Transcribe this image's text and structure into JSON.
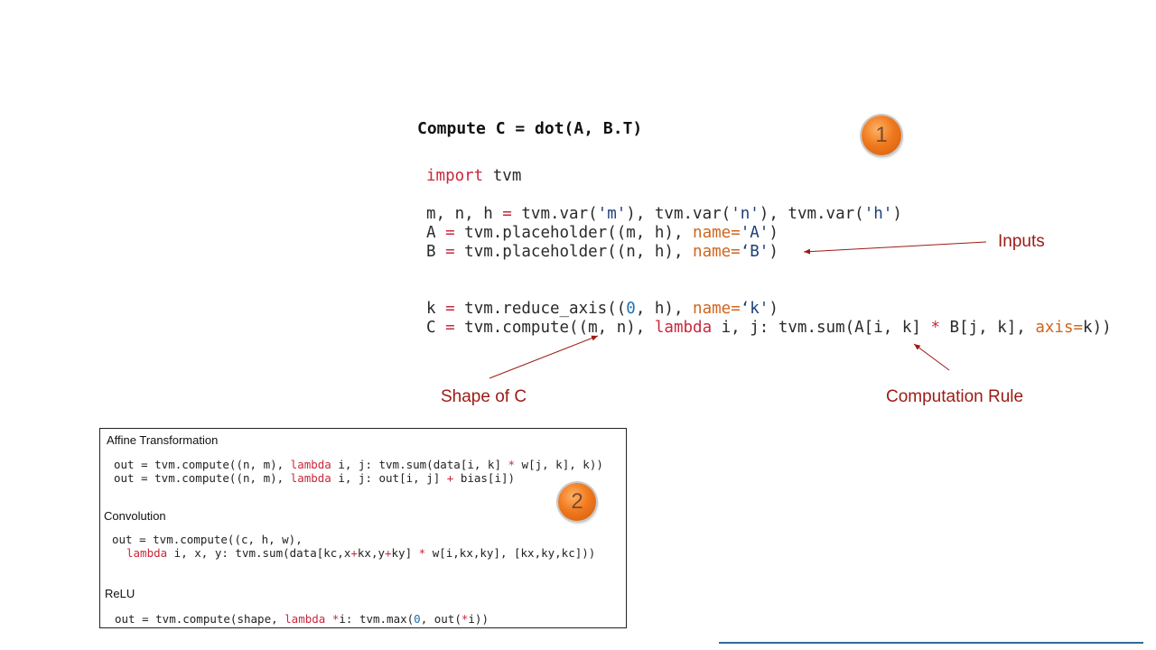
{
  "title": "Compute C = dot(A, B.T)",
  "badge1": "1",
  "badge2": "2",
  "code": {
    "import_kw": "import",
    "import_mod": " tvm",
    "line_vars": {
      "a": "m, n, h ",
      "eq": "=",
      "b": " tvm.var(",
      "m": "'m'",
      "c": "), tvm.var(",
      "n": "'n'",
      "d": "), tvm.var(",
      "h": "'h'",
      "e": ")"
    },
    "line_A": {
      "a": "A ",
      "eq": "=",
      "b": " tvm.placeholder((m, h), ",
      "kw": "name=",
      "s": "'A'",
      "c": ")"
    },
    "line_B": {
      "a": "B ",
      "eq": "=",
      "b": " tvm.placeholder((n, h), ",
      "kw": "name=",
      "s": "‘B'",
      "c": ")"
    },
    "line_k": {
      "a": "k ",
      "eq": "=",
      "b": " tvm.reduce_axis((",
      "n0": "0",
      "c": ", h), ",
      "kw": "name=",
      "s": "‘k'",
      "d": ")"
    },
    "line_C": {
      "a": "C ",
      "eq": "=",
      "b": " tvm.compute((m, n), ",
      "lam": "lambda",
      "c": " i, j: tvm.sum(A[i, k] ",
      "mul": "*",
      "d": " B[j, k], ",
      "kw": "axis=",
      "e": "k))"
    }
  },
  "labels": {
    "inputs": "Inputs",
    "shape": "Shape of C",
    "rule": "Computation Rule"
  },
  "panel": {
    "affine_title": "Affine Transformation",
    "affine1": {
      "a": "out = tvm.compute((n, m), ",
      "lam": "lambda",
      "b": " i, j: tvm.sum(data[i, k] ",
      "mul": "*",
      "c": " w[j, k], k))"
    },
    "affine2": {
      "a": "out = tvm.compute((n, m), ",
      "lam": "lambda",
      "b": " i, j: out[i, j] ",
      "plus": "+",
      "c": " bias[i])"
    },
    "conv_title": "Convolution",
    "conv1": "out = tvm.compute((c, h, w),",
    "conv2": {
      "lam": "lambda",
      "a": " i, x, y: tvm.sum(data[kc,x",
      "p1": "+",
      "b": "kx,y",
      "p2": "+",
      "c": "ky] ",
      "mul": "*",
      "d": " w[i,kx,ky], [kx,ky,kc]))"
    },
    "relu_title": "ReLU",
    "relu1": {
      "a": "out = tvm.compute(shape, ",
      "lam": "lambda",
      "sp": " ",
      "star": "*",
      "b": "i: tvm.max(",
      "n0": "0",
      "c": ", out(",
      "star2": "*",
      "d": "i))"
    }
  }
}
